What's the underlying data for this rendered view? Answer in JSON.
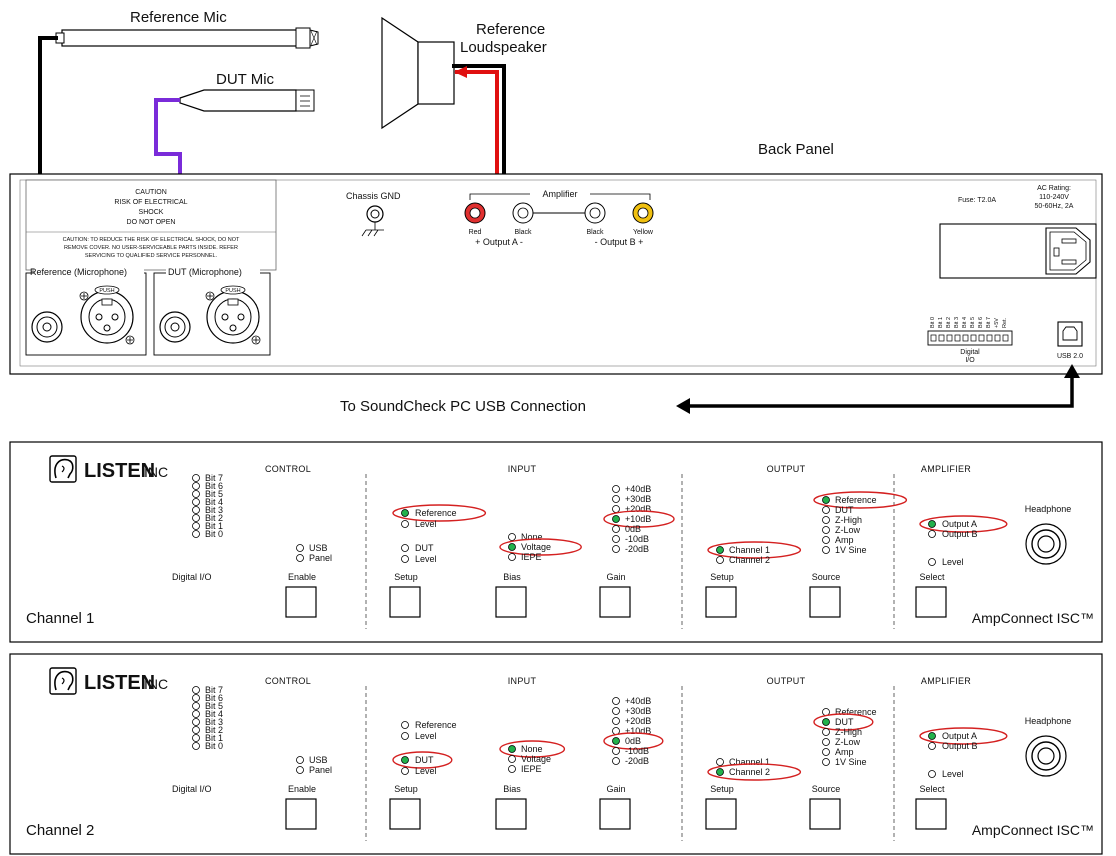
{
  "top": {
    "ref_mic_label": "Reference Mic",
    "dut_mic_label": "DUT Mic",
    "loudspeaker_label_1": "Reference",
    "loudspeaker_label_2": "Loudspeaker",
    "back_panel_label": "Back Panel",
    "usb_connection_label": "To SoundCheck PC USB Connection"
  },
  "back_panel": {
    "caution_lines": [
      "CAUTION",
      "RISK OF ELECTRICAL",
      "SHOCK",
      "DO NOT OPEN"
    ],
    "caution_small": [
      "CAUTION: TO REDUCE THE RISK OF ELECTRICAL SHOCK, DO NOT",
      "REMOVE COVER. NO USER-SERVICEABLE PARTS INSIDE. REFER",
      "SERVICING TO QUALIFIED SERVICE PERSONNEL."
    ],
    "ref_group": "Reference (Microphone)",
    "dut_group": "DUT (Microphone)",
    "push": "PUSH",
    "chassis_gnd": "Chassis GND",
    "amplifier": "Amplifier",
    "terminals": [
      "Red",
      "Black",
      "Black",
      "Yellow"
    ],
    "output_a": "+ Output A -",
    "output_b": "- Output B +",
    "fuse": "Fuse: T2.0A",
    "ac_rating": [
      "AC Rating:",
      "110-240V",
      "50-60Hz, 2A"
    ],
    "digital_pins": [
      "Bit 0",
      "Bit 1",
      "Bit 2",
      "Bit 3",
      "Bit 4",
      "Bit 5",
      "Bit 6",
      "Bit 7",
      "+5V",
      "Ret."
    ],
    "digital_io": [
      "Digital",
      "I/O"
    ],
    "usb": "USB 2.0"
  },
  "front_panels": [
    {
      "channel": "Channel 1",
      "brand": "LISTEN",
      "brand_suffix": "INC",
      "model": "AmpConnect ISC™",
      "sections": {
        "control": "CONTROL",
        "input": "INPUT",
        "output": "OUTPUT",
        "amplifier": "AMPLIFIER"
      },
      "bits": [
        "Bit 7",
        "Bit 6",
        "Bit 5",
        "Bit 4",
        "Bit 3",
        "Bit 2",
        "Bit 1",
        "Bit 0"
      ],
      "digital_io": "Digital I/O",
      "enable": {
        "items": [
          "USB",
          "Panel"
        ],
        "label": "Enable"
      },
      "setup_in": {
        "items": [
          "Reference",
          "Level",
          "DUT",
          "Level"
        ],
        "lit": [
          0
        ],
        "label": "Setup"
      },
      "bias": {
        "items": [
          "None",
          "Voltage",
          "IEPE"
        ],
        "lit": [
          1
        ],
        "label": "Bias"
      },
      "gain": {
        "items": [
          "+40dB",
          "+30dB",
          "+20dB",
          "+10dB",
          "0dB",
          "-10dB",
          "-20dB"
        ],
        "lit": [
          3
        ],
        "label": "Gain"
      },
      "setup_out": {
        "items": [
          "Channel 1",
          "Channel 2"
        ],
        "lit": [
          0
        ],
        "label": "Setup"
      },
      "source": {
        "items": [
          "Reference",
          "DUT",
          "Z-High",
          "Z-Low",
          "Amp",
          "1V Sine"
        ],
        "lit": [
          0
        ],
        "label": "Source"
      },
      "select": {
        "items": [
          "Output A",
          "Output B",
          "Level"
        ],
        "lit": [
          0
        ],
        "label": "Select"
      },
      "headphone": "Headphone",
      "led_on_color": "#22b14c",
      "highlight_color": "#d42020"
    },
    {
      "channel": "Channel 2",
      "brand": "LISTEN",
      "brand_suffix": "INC",
      "model": "AmpConnect ISC™",
      "sections": {
        "control": "CONTROL",
        "input": "INPUT",
        "output": "OUTPUT",
        "amplifier": "AMPLIFIER"
      },
      "bits": [
        "Bit 7",
        "Bit 6",
        "Bit 5",
        "Bit 4",
        "Bit 3",
        "Bit 2",
        "Bit 1",
        "Bit 0"
      ],
      "digital_io": "Digital I/O",
      "enable": {
        "items": [
          "USB",
          "Panel"
        ],
        "label": "Enable"
      },
      "setup_in": {
        "items": [
          "Reference",
          "Level",
          "DUT",
          "Level"
        ],
        "lit": [
          2
        ],
        "label": "Setup"
      },
      "bias": {
        "items": [
          "None",
          "Voltage",
          "IEPE"
        ],
        "lit": [
          0
        ],
        "label": "Bias"
      },
      "gain": {
        "items": [
          "+40dB",
          "+30dB",
          "+20dB",
          "+10dB",
          "0dB",
          "-10dB",
          "-20dB"
        ],
        "lit": [
          4
        ],
        "label": "Gain"
      },
      "setup_out": {
        "items": [
          "Channel 1",
          "Channel 2"
        ],
        "lit": [
          1
        ],
        "label": "Setup"
      },
      "source": {
        "items": [
          "Reference",
          "DUT",
          "Z-High",
          "Z-Low",
          "Amp",
          "1V Sine"
        ],
        "lit": [
          1
        ],
        "label": "Source"
      },
      "select": {
        "items": [
          "Output A",
          "Output B",
          "Level"
        ],
        "lit": [
          0
        ],
        "label": "Select"
      },
      "headphone": "Headphone",
      "led_on_color": "#22b14c",
      "highlight_color": "#d42020"
    }
  ],
  "colors": {
    "dut_cable": "#7a2bd9",
    "ref_cable": "#000000",
    "speaker_red": "#e01010",
    "terminal_red": "#e03030",
    "terminal_yellow": "#f0c010"
  }
}
